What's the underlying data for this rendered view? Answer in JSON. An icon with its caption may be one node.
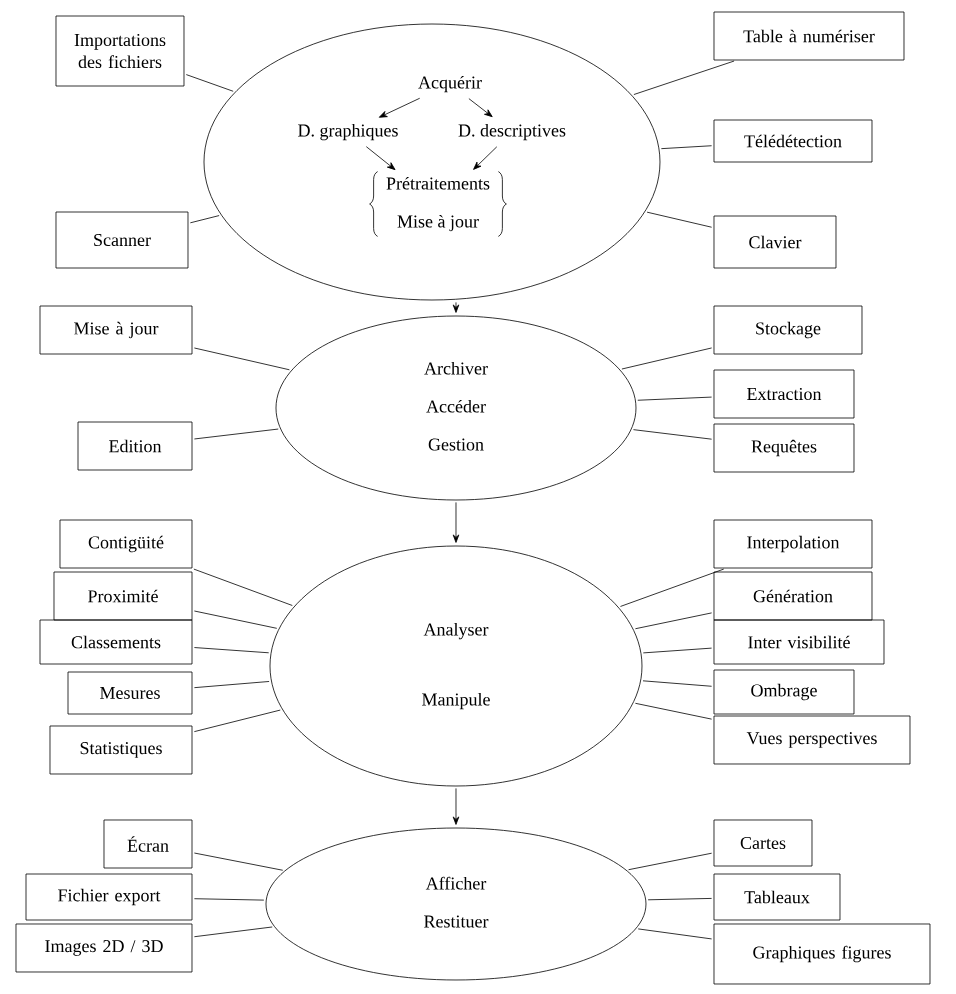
{
  "diagram": {
    "nodes": [
      {
        "text": [],
        "shape": "ellipse"
      },
      {
        "text": [
          "Acquérir"
        ],
        "in": 0
      },
      {
        "text": [
          "D. graphiques"
        ],
        "in": 0
      },
      {
        "text": [
          "D. descriptives"
        ],
        "in": 0
      },
      {
        "text": [
          "Prétraitements",
          "Mise à jour"
        ],
        "in": 0
      },
      {
        "text": [
          "Importations des fichiers"
        ]
      },
      {
        "text": [
          "Table à numériser"
        ]
      },
      {
        "text": [
          "Télédétection"
        ]
      },
      {
        "text": [
          "Scanner"
        ]
      },
      {
        "text": [
          "Clavier"
        ]
      },
      {
        "text": [
          "Archiver",
          "Accéder",
          "Gestion"
        ]
      },
      {
        "text": [
          "Mise à jour"
        ]
      },
      {
        "text": [
          "Stockage"
        ]
      },
      {
        "text": [
          "Extraction"
        ]
      },
      {
        "text": [
          "Edition"
        ]
      },
      {
        "text": [
          "Requêtes"
        ]
      },
      {
        "text": [
          "Analyser",
          "Manipule"
        ]
      },
      {
        "text": [
          "Contigüité"
        ]
      },
      {
        "text": [
          "Proximité"
        ]
      },
      {
        "text": [
          "Classements"
        ]
      },
      {
        "text": [
          "Mesures"
        ]
      },
      {
        "text": [
          "Statistiques"
        ]
      },
      {
        "text": [
          "Interpolation"
        ]
      },
      {
        "text": [
          "Génération"
        ]
      },
      {
        "text": [
          "Inter visibilité"
        ]
      },
      {
        "text": [
          "Ombrage"
        ]
      },
      {
        "text": [
          "Vues perspectives"
        ]
      },
      {
        "text": [
          "Afficher",
          "Restituer"
        ]
      },
      {
        "text": [
          "Écran"
        ]
      },
      {
        "text": [
          "Fichier export"
        ]
      },
      {
        "text": [
          "Images 2D / 3D"
        ]
      },
      {
        "text": [
          "Cartes"
        ]
      },
      {
        "text": [
          "Tableaux"
        ]
      },
      {
        "text": [
          "Graphiques figures"
        ]
      }
    ],
    "edges": [
      {
        "from": 1,
        "to": 2,
        "arrow": "to"
      },
      {
        "from": 1,
        "to": 3,
        "arrow": "to"
      },
      {
        "from": 2,
        "to": 4,
        "arrow": "to"
      },
      {
        "from": 3,
        "to": 4,
        "arrow": "to"
      },
      {
        "from": 5,
        "to": 0,
        "arrow": "none"
      },
      {
        "from": 6,
        "to": 0,
        "arrow": "none"
      },
      {
        "from": 7,
        "to": 0,
        "arrow": "none"
      },
      {
        "from": 8,
        "to": 0,
        "arrow": "none"
      },
      {
        "from": 9,
        "to": 0,
        "arrow": "none"
      },
      {
        "from": 0,
        "to": 10,
        "arrow": "to"
      },
      {
        "from": 11,
        "to": 10,
        "arrow": "none"
      },
      {
        "from": 12,
        "to": 10,
        "arrow": "none"
      },
      {
        "from": 13,
        "to": 10,
        "arrow": "none"
      },
      {
        "from": 14,
        "to": 10,
        "arrow": "none"
      },
      {
        "from": 15,
        "to": 10,
        "arrow": "none"
      },
      {
        "from": 10,
        "to": 16,
        "arrow": "to"
      },
      {
        "from": 17,
        "to": 16,
        "arrow": "none"
      },
      {
        "from": 18,
        "to": 16,
        "arrow": "none"
      },
      {
        "from": 19,
        "to": 16,
        "arrow": "none"
      },
      {
        "from": 20,
        "to": 16,
        "arrow": "none"
      },
      {
        "from": 21,
        "to": 16,
        "arrow": "none"
      },
      {
        "from": 22,
        "to": 16,
        "arrow": "none"
      },
      {
        "from": 23,
        "to": 16,
        "arrow": "none"
      },
      {
        "from": 24,
        "to": 16,
        "arrow": "none"
      },
      {
        "from": 25,
        "to": 16,
        "arrow": "none"
      },
      {
        "from": 26,
        "to": 16,
        "arrow": "none"
      },
      {
        "from": 16,
        "to": 27,
        "arrow": "to"
      },
      {
        "from": 28,
        "to": 27,
        "arrow": "none"
      },
      {
        "from": 29,
        "to": 27,
        "arrow": "none"
      },
      {
        "from": 30,
        "to": 27,
        "arrow": "none"
      },
      {
        "from": 31,
        "to": 27,
        "arrow": "none"
      },
      {
        "from": 32,
        "to": 27,
        "arrow": "none"
      },
      {
        "from": 33,
        "to": 27,
        "arrow": "none"
      }
    ]
  }
}
